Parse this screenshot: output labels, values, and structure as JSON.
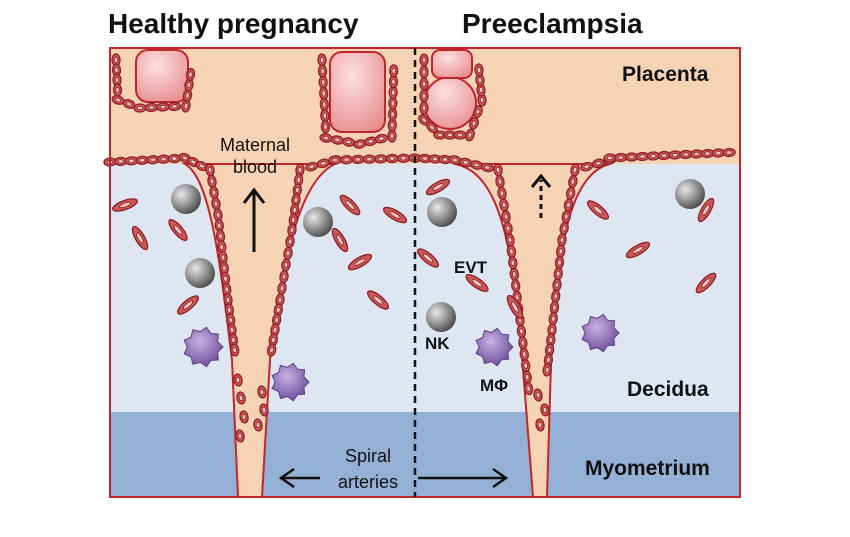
{
  "titles": {
    "left": "Healthy pregnancy",
    "right": "Preeclampsia"
  },
  "layers": {
    "placenta": "Placenta",
    "decidua": "Decidua",
    "myometrium": "Myometrium"
  },
  "labels": {
    "maternal_blood_line1": "Maternal",
    "maternal_blood_line2": "blood",
    "spiral_line1": "Spiral",
    "spiral_line2": "arteries",
    "evt": "EVT",
    "nk": "NK",
    "macrophage": "MΦ"
  },
  "colors": {
    "placenta": "#f7d3b5",
    "decidua": "#dde6f1",
    "myometrium": "#94b0d4",
    "vessel_lumen": "#f7d3b5",
    "cell_fill": "#c9585a",
    "cell_edge": "#8e1f22",
    "nk_cell": "#8a8a8a",
    "macrophage": "#8e6bb8",
    "border": "#c0272d"
  }
}
